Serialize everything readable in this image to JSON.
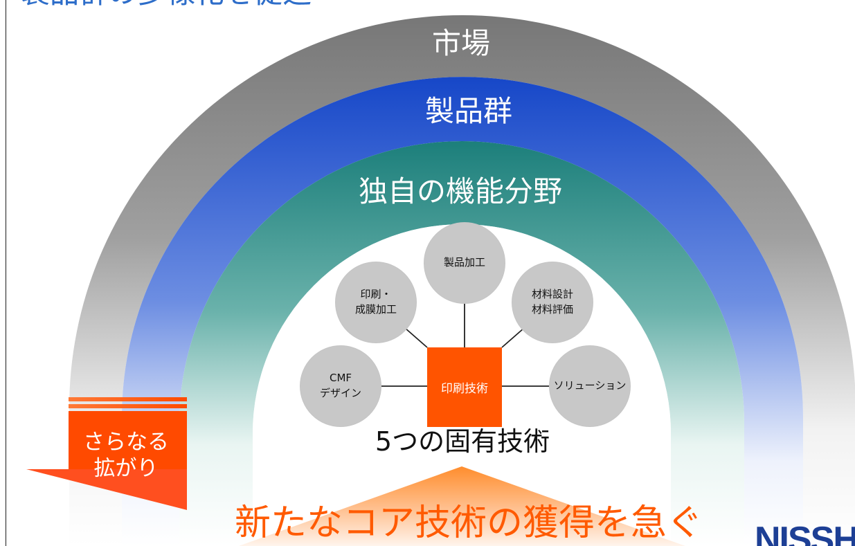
{
  "heading": {
    "text": "製品群の多様化を促進"
  },
  "rings": {
    "outer": {
      "label": "市場",
      "color": "#8f8f8f"
    },
    "middle": {
      "label": "製品群",
      "color": "#2458d8"
    },
    "inner": {
      "label": "独自の機能分野",
      "color": "#1e8a84"
    }
  },
  "core": {
    "label": "印刷技術",
    "color": "#ff5400"
  },
  "technologies": [
    {
      "label": "製品加工"
    },
    {
      "label": "印刷・\n成膜加工"
    },
    {
      "label": "材料設計\n材料評価"
    },
    {
      "label": "CMF\nデザイン"
    },
    {
      "label": "ソリューション"
    }
  ],
  "inner_title": {
    "text": "5つの固有技術"
  },
  "expansion": {
    "label": "さらなる\n拡がり",
    "color": "#ff4a00"
  },
  "callout": {
    "text": "新たなコア技術の獲得を急ぐ",
    "color": "#ff5a00"
  },
  "logo": {
    "text": "NISSH"
  }
}
